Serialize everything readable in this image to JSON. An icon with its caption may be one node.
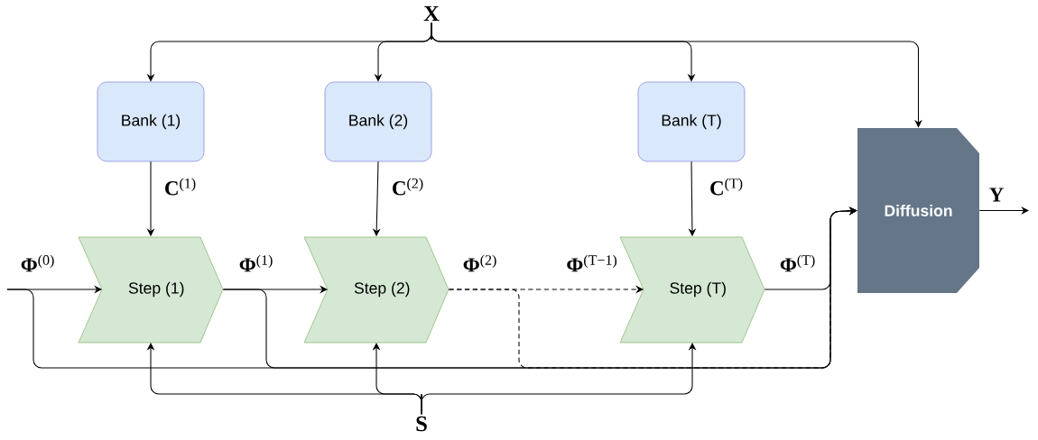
{
  "diagram": {
    "nodes": [
      {
        "text": [
          "X"
        ]
      },
      {
        "text": [
          "Bank (1)"
        ]
      },
      {
        "text": [
          "Bank (2)"
        ]
      },
      {
        "text": [
          "Bank (T)"
        ]
      },
      {
        "text": [
          "Step (1)"
        ]
      },
      {
        "text": [
          "Step (2)"
        ]
      },
      {
        "text": [
          "Step (T)"
        ]
      },
      {
        "text": [
          "Diffusion"
        ]
      },
      {
        "text": [
          "S"
        ]
      }
    ],
    "edges": [
      {
        "from": 0,
        "to": 1,
        "arrow": "to"
      },
      {
        "from": 0,
        "to": 2,
        "arrow": "to"
      },
      {
        "from": 0,
        "to": 3,
        "arrow": "to"
      },
      {
        "from": 0,
        "to": 7,
        "arrow": "to"
      },
      {
        "from": 1,
        "to": 4,
        "arrow": "to",
        "label": "**C**$^{(1)}$"
      },
      {
        "from": 2,
        "to": 5,
        "arrow": "to",
        "label": "**C**$^{(2)}$"
      },
      {
        "from": 3,
        "to": 6,
        "arrow": "to",
        "label": "**C**$^{(T)}$"
      },
      {
        "from": null,
        "to": 4,
        "arrow": "to",
        "label": "**Φ**$^{(0)}$"
      },
      {
        "from": 4,
        "to": 5,
        "arrow": "to",
        "label": "**Φ**$^{(1)}$"
      },
      {
        "from": 5,
        "to": 6,
        "arrow": "to",
        "style": "dashed",
        "label": "**Φ**$^{(2)}$"
      },
      {
        "from": 6,
        "to": 7,
        "arrow": "to",
        "label": "**Φ**$^{(T)}$"
      },
      {
        "from": 7,
        "to": null,
        "arrow": "to",
        "label": "**Y**"
      },
      {
        "from": null,
        "to": 7,
        "arrow": "to"
      },
      {
        "from": 4,
        "to": 7,
        "arrow": "to"
      },
      {
        "from": 5,
        "to": 7,
        "arrow": "to",
        "style": "dashed"
      },
      {
        "from": 8,
        "to": 4,
        "arrow": "to"
      },
      {
        "from": 8,
        "to": 5,
        "arrow": "to"
      },
      {
        "from": 8,
        "to": 6,
        "arrow": "to"
      }
    ],
    "labels": [
      "**Φ**$^{(T−1)}$"
    ]
  }
}
